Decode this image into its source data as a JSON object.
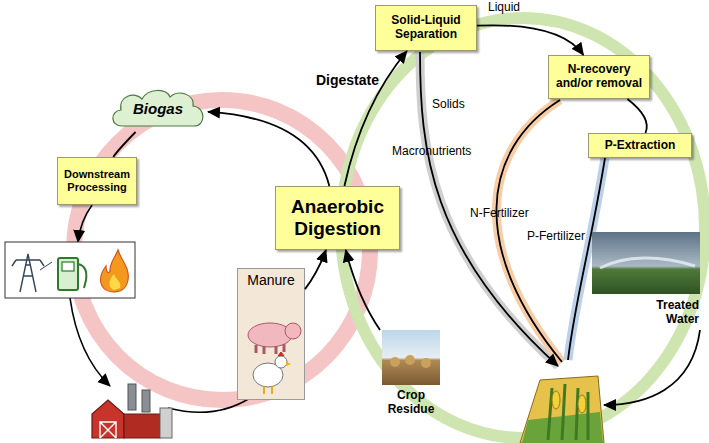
{
  "diagram": {
    "nodes": [
      {
        "text": [
          "Biogas"
        ]
      },
      {
        "text": [
          "Downstream Processing"
        ]
      },
      {
        "text": [
          "Anaerobic Digestion"
        ]
      },
      {
        "text": [
          "Solid-Liquid Separation"
        ]
      },
      {
        "text": [
          "N-recovery and/or removal"
        ]
      },
      {
        "text": [
          "P-Extraction"
        ]
      },
      {
        "text": [
          "Manure"
        ]
      },
      {
        "text": [
          "Crop Residue"
        ]
      },
      {
        "text": [
          "Treated Water"
        ]
      }
    ],
    "edges": [
      {
        "from": 6,
        "to": 2,
        "arrow": "to"
      },
      {
        "from": 7,
        "to": 2,
        "arrow": "to"
      },
      {
        "from": 2,
        "to": 0,
        "arrow": "to"
      },
      {
        "from": 0,
        "to": 1,
        "arrow": "none"
      },
      {
        "from": 2,
        "to": 3,
        "arrow": "to",
        "label": "Digestate"
      },
      {
        "from": 3,
        "to": 4,
        "arrow": "to",
        "label": "Liquid"
      },
      {
        "from": 4,
        "to": 5,
        "arrow": "none"
      }
    ],
    "labels": [
      "Solids",
      "Macronutrients",
      "N-Fertilizer",
      "P-Fertilizer"
    ]
  }
}
